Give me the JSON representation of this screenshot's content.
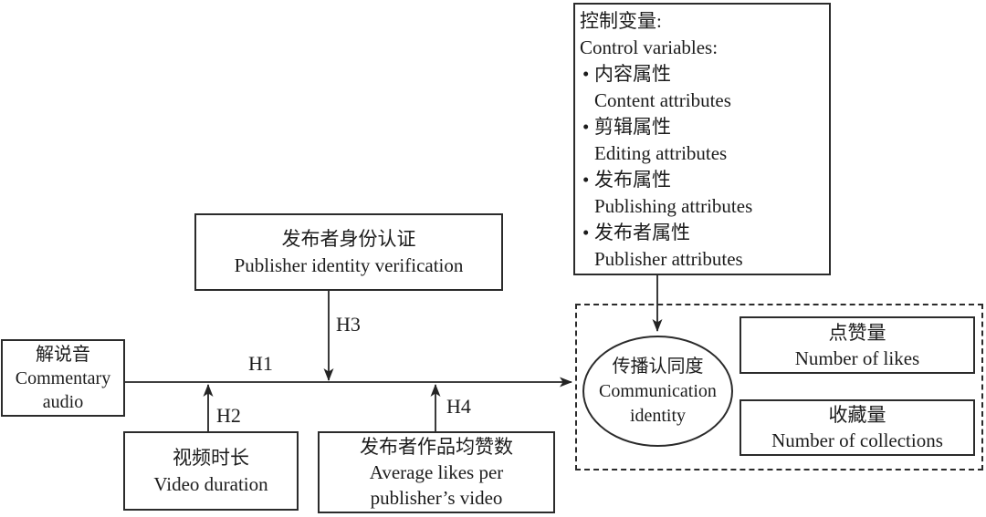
{
  "bullet_glyph": "•",
  "colors": {
    "line": "#242424",
    "text": "#1c1c1c",
    "background": "#ffffff"
  },
  "control_box": {
    "title_zh": "控制变量:",
    "title_en": "Control variables:",
    "items": [
      {
        "zh": "内容属性",
        "en": "Content attributes"
      },
      {
        "zh": "剪辑属性",
        "en": "Editing attributes"
      },
      {
        "zh": "发布属性",
        "en": "Publishing attributes"
      },
      {
        "zh": "发布者属性",
        "en": "Publisher attributes"
      }
    ]
  },
  "publisher_verification_box": {
    "zh": "发布者身份认证",
    "en": "Publisher identity verification"
  },
  "commentary_audio_box": {
    "zh": "解说音",
    "en_line1": "Commentary",
    "en_line2": "audio"
  },
  "video_duration_box": {
    "zh": "视频时长",
    "en": "Video duration"
  },
  "average_likes_box": {
    "zh": "发布者作品均赞数",
    "en_line1": "Average likes per",
    "en_line2": "publisher’s video"
  },
  "communication_identity_ellipse": {
    "zh": "传播认同度",
    "en_line1": "Communication",
    "en_line2": "identity"
  },
  "likes_box": {
    "zh": "点赞量",
    "en": "Number of likes"
  },
  "collections_box": {
    "zh": "收藏量",
    "en": "Number of collections"
  },
  "hypotheses": {
    "h1": "H1",
    "h2": "H2",
    "h3": "H3",
    "h4": "H4"
  }
}
